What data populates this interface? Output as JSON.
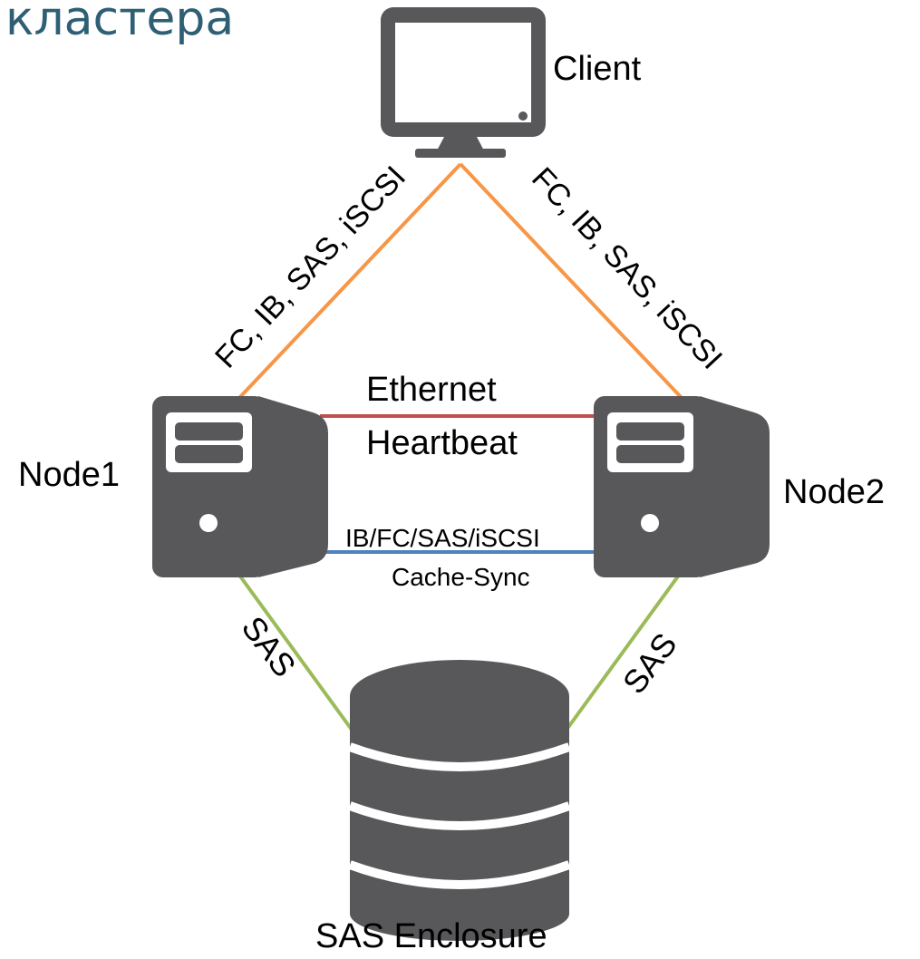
{
  "title": "кластера",
  "nodes": {
    "client": "Client",
    "node1": "Node1",
    "node2": "Node2",
    "enclosure": "SAS Enclosure"
  },
  "links": {
    "client_node1": "FC, IB, SAS, iSCSI",
    "client_node2": "FC, IB, SAS, iSCSI",
    "heartbeat_line1": "Ethernet",
    "heartbeat_line2": "Heartbeat",
    "sync_line1": "IB/FC/SAS/iSCSI",
    "sync_line2": "Cache-Sync",
    "node1_enclosure": "SAS",
    "node2_enclosure": "SAS"
  },
  "colors": {
    "title": "#2f5f74",
    "icon": "#58585a",
    "client_link": "#f79646",
    "heartbeat_link": "#c0504d",
    "sync_link": "#4f81bd",
    "sas_link": "#9bbb59"
  },
  "icons": {
    "client": "monitor-icon",
    "node1": "server-tower-icon",
    "node2": "server-tower-icon",
    "enclosure": "database-icon"
  }
}
